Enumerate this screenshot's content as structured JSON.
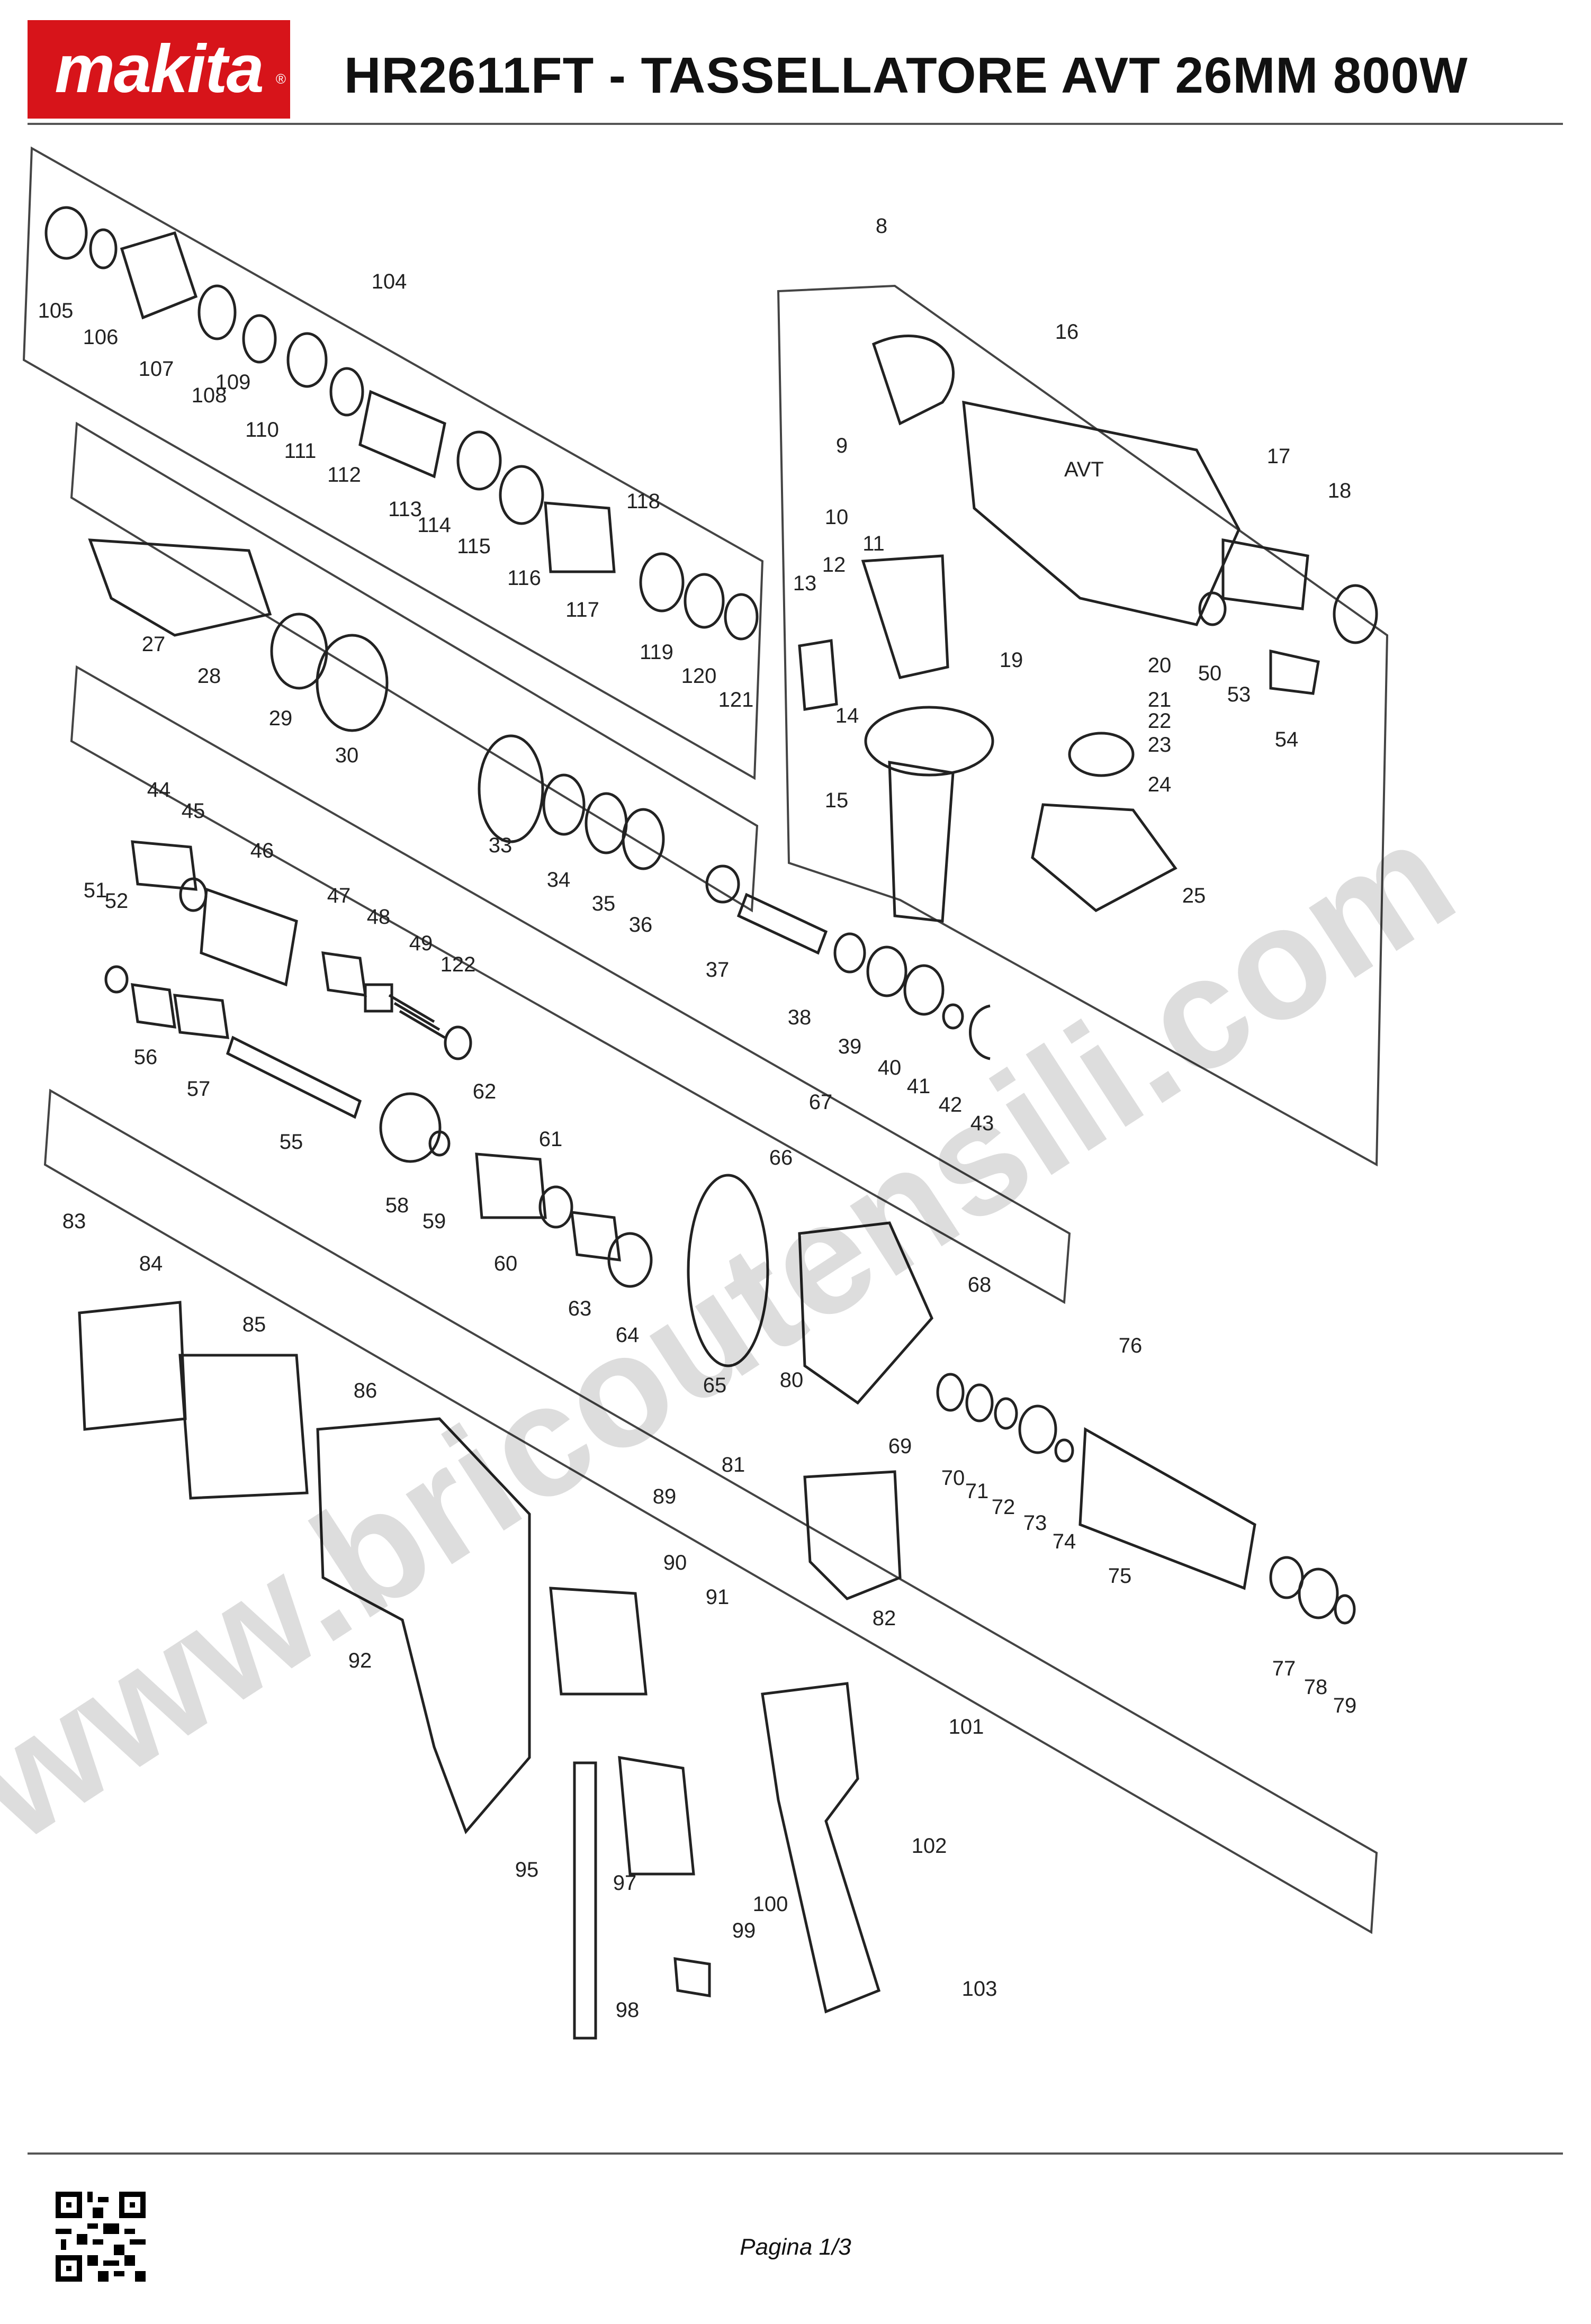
{
  "header": {
    "brand": "makita",
    "title": "HR2611FT - TASSELLATORE AVT 26MM 800W"
  },
  "watermark": "www.bricoutensili.com",
  "part_label": "AVT",
  "callouts": [
    "105",
    "106",
    "107",
    "108",
    "109",
    "110",
    "111",
    "112",
    "113",
    "114",
    "115",
    "116",
    "117",
    "118",
    "119",
    "120",
    "121",
    "104",
    "27",
    "28",
    "29",
    "30",
    "44",
    "45",
    "46",
    "47",
    "48",
    "49",
    "122",
    "51",
    "52",
    "56",
    "57",
    "55",
    "58",
    "59",
    "33",
    "34",
    "35",
    "36",
    "37",
    "38",
    "39",
    "40",
    "41",
    "42",
    "43",
    "8",
    "9",
    "10",
    "11",
    "12",
    "13",
    "14",
    "15",
    "16",
    "17",
    "18",
    "19",
    "20",
    "21",
    "22",
    "23",
    "24",
    "25",
    "50",
    "53",
    "54",
    "62",
    "61",
    "60",
    "63",
    "64",
    "65",
    "66",
    "67",
    "68",
    "69",
    "70",
    "71",
    "72",
    "73",
    "74",
    "75",
    "76",
    "77",
    "78",
    "79",
    "80",
    "81",
    "82",
    "83",
    "84",
    "85",
    "86",
    "89",
    "90",
    "91",
    "92",
    "95",
    "97",
    "98",
    "99",
    "100",
    "101",
    "102",
    "103"
  ],
  "footer": {
    "page": "Pagina 1/3"
  },
  "colors": {
    "brand_red": "#d7141a"
  }
}
